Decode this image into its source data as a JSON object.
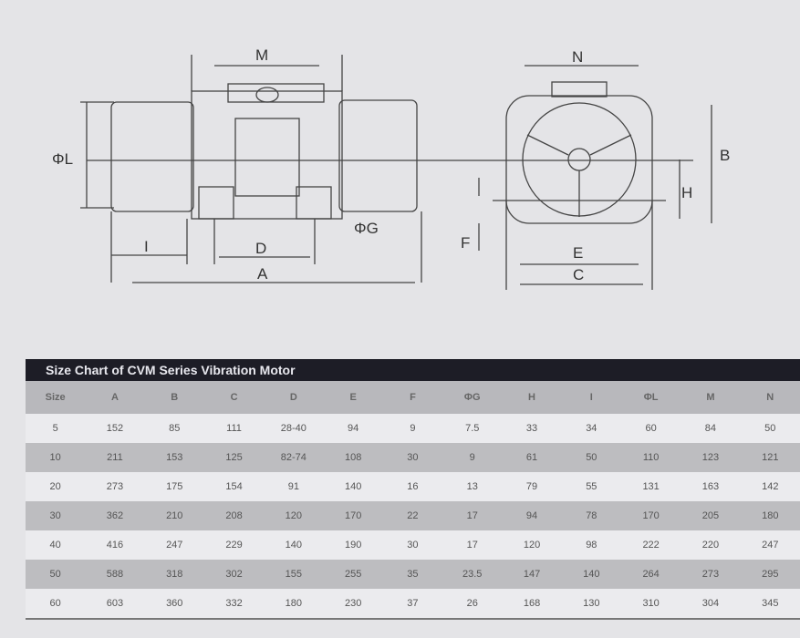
{
  "drawing": {
    "side_view_labels": {
      "M": "M",
      "L": "ΦL",
      "I": "I",
      "D": "D",
      "A": "A",
      "G": "ΦG"
    },
    "front_view_labels": {
      "N": "N",
      "B": "B",
      "H": "H",
      "F": "F",
      "E": "E",
      "C": "C"
    }
  },
  "table": {
    "title": "Size Chart of CVM Series Vibration Motor",
    "headers": [
      "Size",
      "A",
      "B",
      "C",
      "D",
      "E",
      "F",
      "ΦG",
      "H",
      "I",
      "ΦL",
      "M",
      "N"
    ],
    "rows": [
      [
        "5",
        "152",
        "85",
        "111",
        "28-40",
        "94",
        "9",
        "7.5",
        "33",
        "34",
        "60",
        "84",
        "50"
      ],
      [
        "10",
        "211",
        "153",
        "125",
        "82-74",
        "108",
        "30",
        "9",
        "61",
        "50",
        "110",
        "123",
        "121"
      ],
      [
        "20",
        "273",
        "175",
        "154",
        "91",
        "140",
        "16",
        "13",
        "79",
        "55",
        "131",
        "163",
        "142"
      ],
      [
        "30",
        "362",
        "210",
        "208",
        "120",
        "170",
        "22",
        "17",
        "94",
        "78",
        "170",
        "205",
        "180"
      ],
      [
        "40",
        "416",
        "247",
        "229",
        "140",
        "190",
        "30",
        "17",
        "120",
        "98",
        "222",
        "220",
        "247"
      ],
      [
        "50",
        "588",
        "318",
        "302",
        "155",
        "255",
        "35",
        "23.5",
        "147",
        "140",
        "264",
        "273",
        "295"
      ],
      [
        "60",
        "603",
        "360",
        "332",
        "180",
        "230",
        "37",
        "26",
        "168",
        "130",
        "310",
        "304",
        "345"
      ]
    ]
  }
}
